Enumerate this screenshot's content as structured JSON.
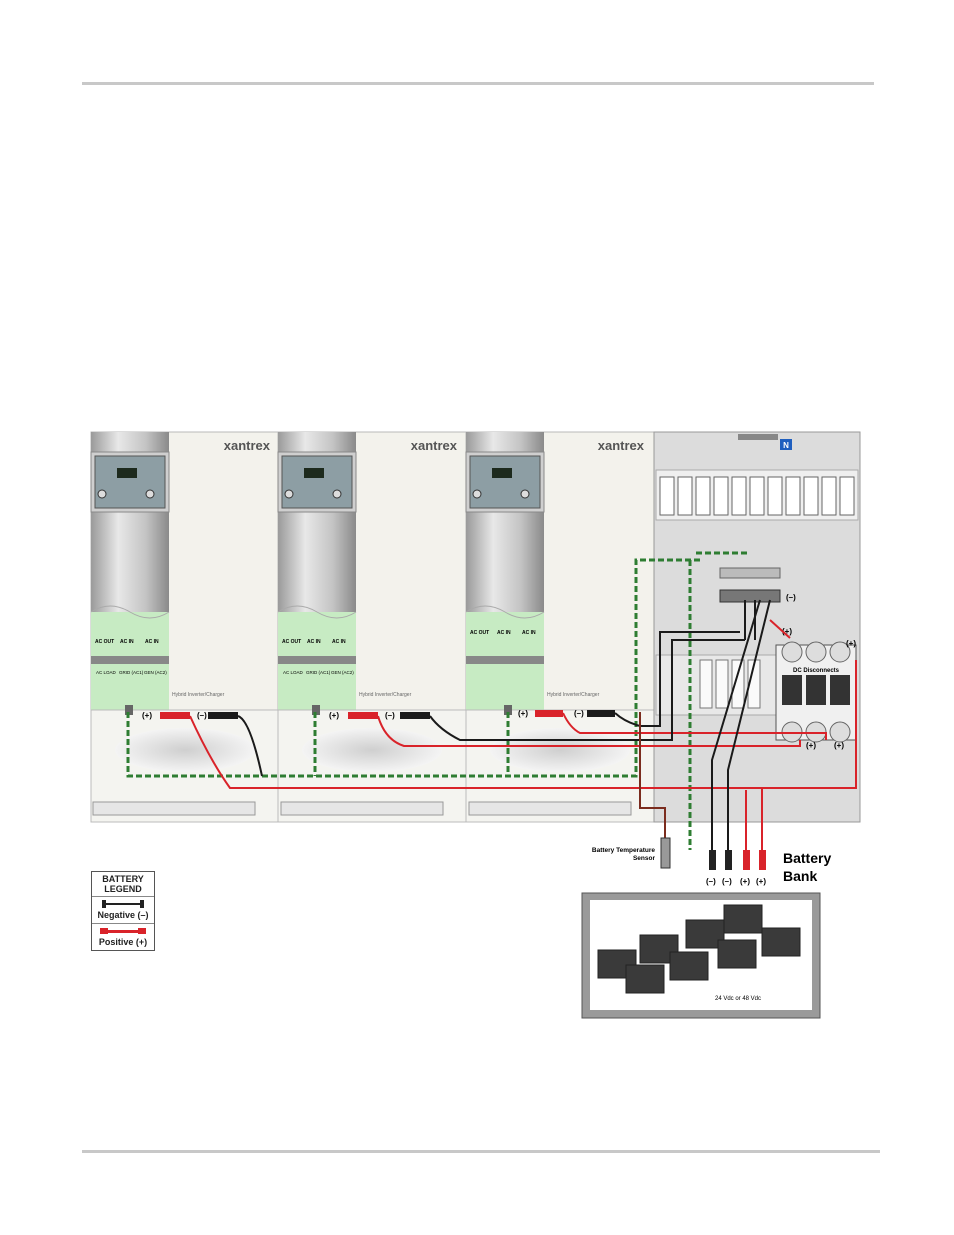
{
  "brand": "xantrex",
  "inverter": {
    "model_label": "Hybrid Inverter/Charger",
    "terminals": [
      "AC OUT",
      "AC IN",
      "AC IN"
    ],
    "terminals_alt": [
      "AC OUT",
      "AC IN",
      "AC IN"
    ],
    "terminal_sub": [
      "AC LOAD",
      "GRID (AC1)",
      "GEN (AC2)"
    ],
    "positive": "(+)",
    "negative": "(–)"
  },
  "panel": {
    "neutral_label": "N",
    "negative_bus_label": "(–)",
    "positive_label": "(+)",
    "dc_disconnects": "DC Disconnects"
  },
  "sensor_label_1": "Battery Temperature",
  "sensor_label_2": "Sensor",
  "battery_terminals": [
    "(–)",
    "(–)",
    "(+)",
    "(+)"
  ],
  "battery_bank_title_1": "Battery",
  "battery_bank_title_2": "Bank",
  "battery_voltage": "24 Vdc or 48 Vdc",
  "legend": {
    "title_1": "BATTERY",
    "title_2": "LEGEND",
    "negative": "Negative (–)",
    "positive": "Positive (+)"
  },
  "colors": {
    "positive": "#d9232a",
    "negative": "#1a1a1a",
    "ground": "#2e7d32"
  }
}
